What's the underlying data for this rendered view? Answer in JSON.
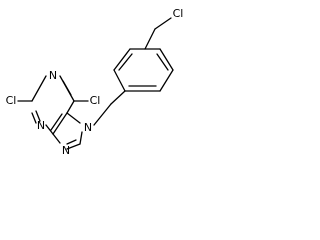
{
  "molecule": {
    "atoms": {
      "cl_c2": "Cl",
      "cl_c6": "Cl",
      "cl_ch2": "Cl",
      "n1": "N",
      "n3": "N",
      "n7": "N",
      "n9": "N"
    }
  },
  "colors": {
    "bond": "#000000",
    "label": "#000000",
    "background": "#ffffff"
  }
}
